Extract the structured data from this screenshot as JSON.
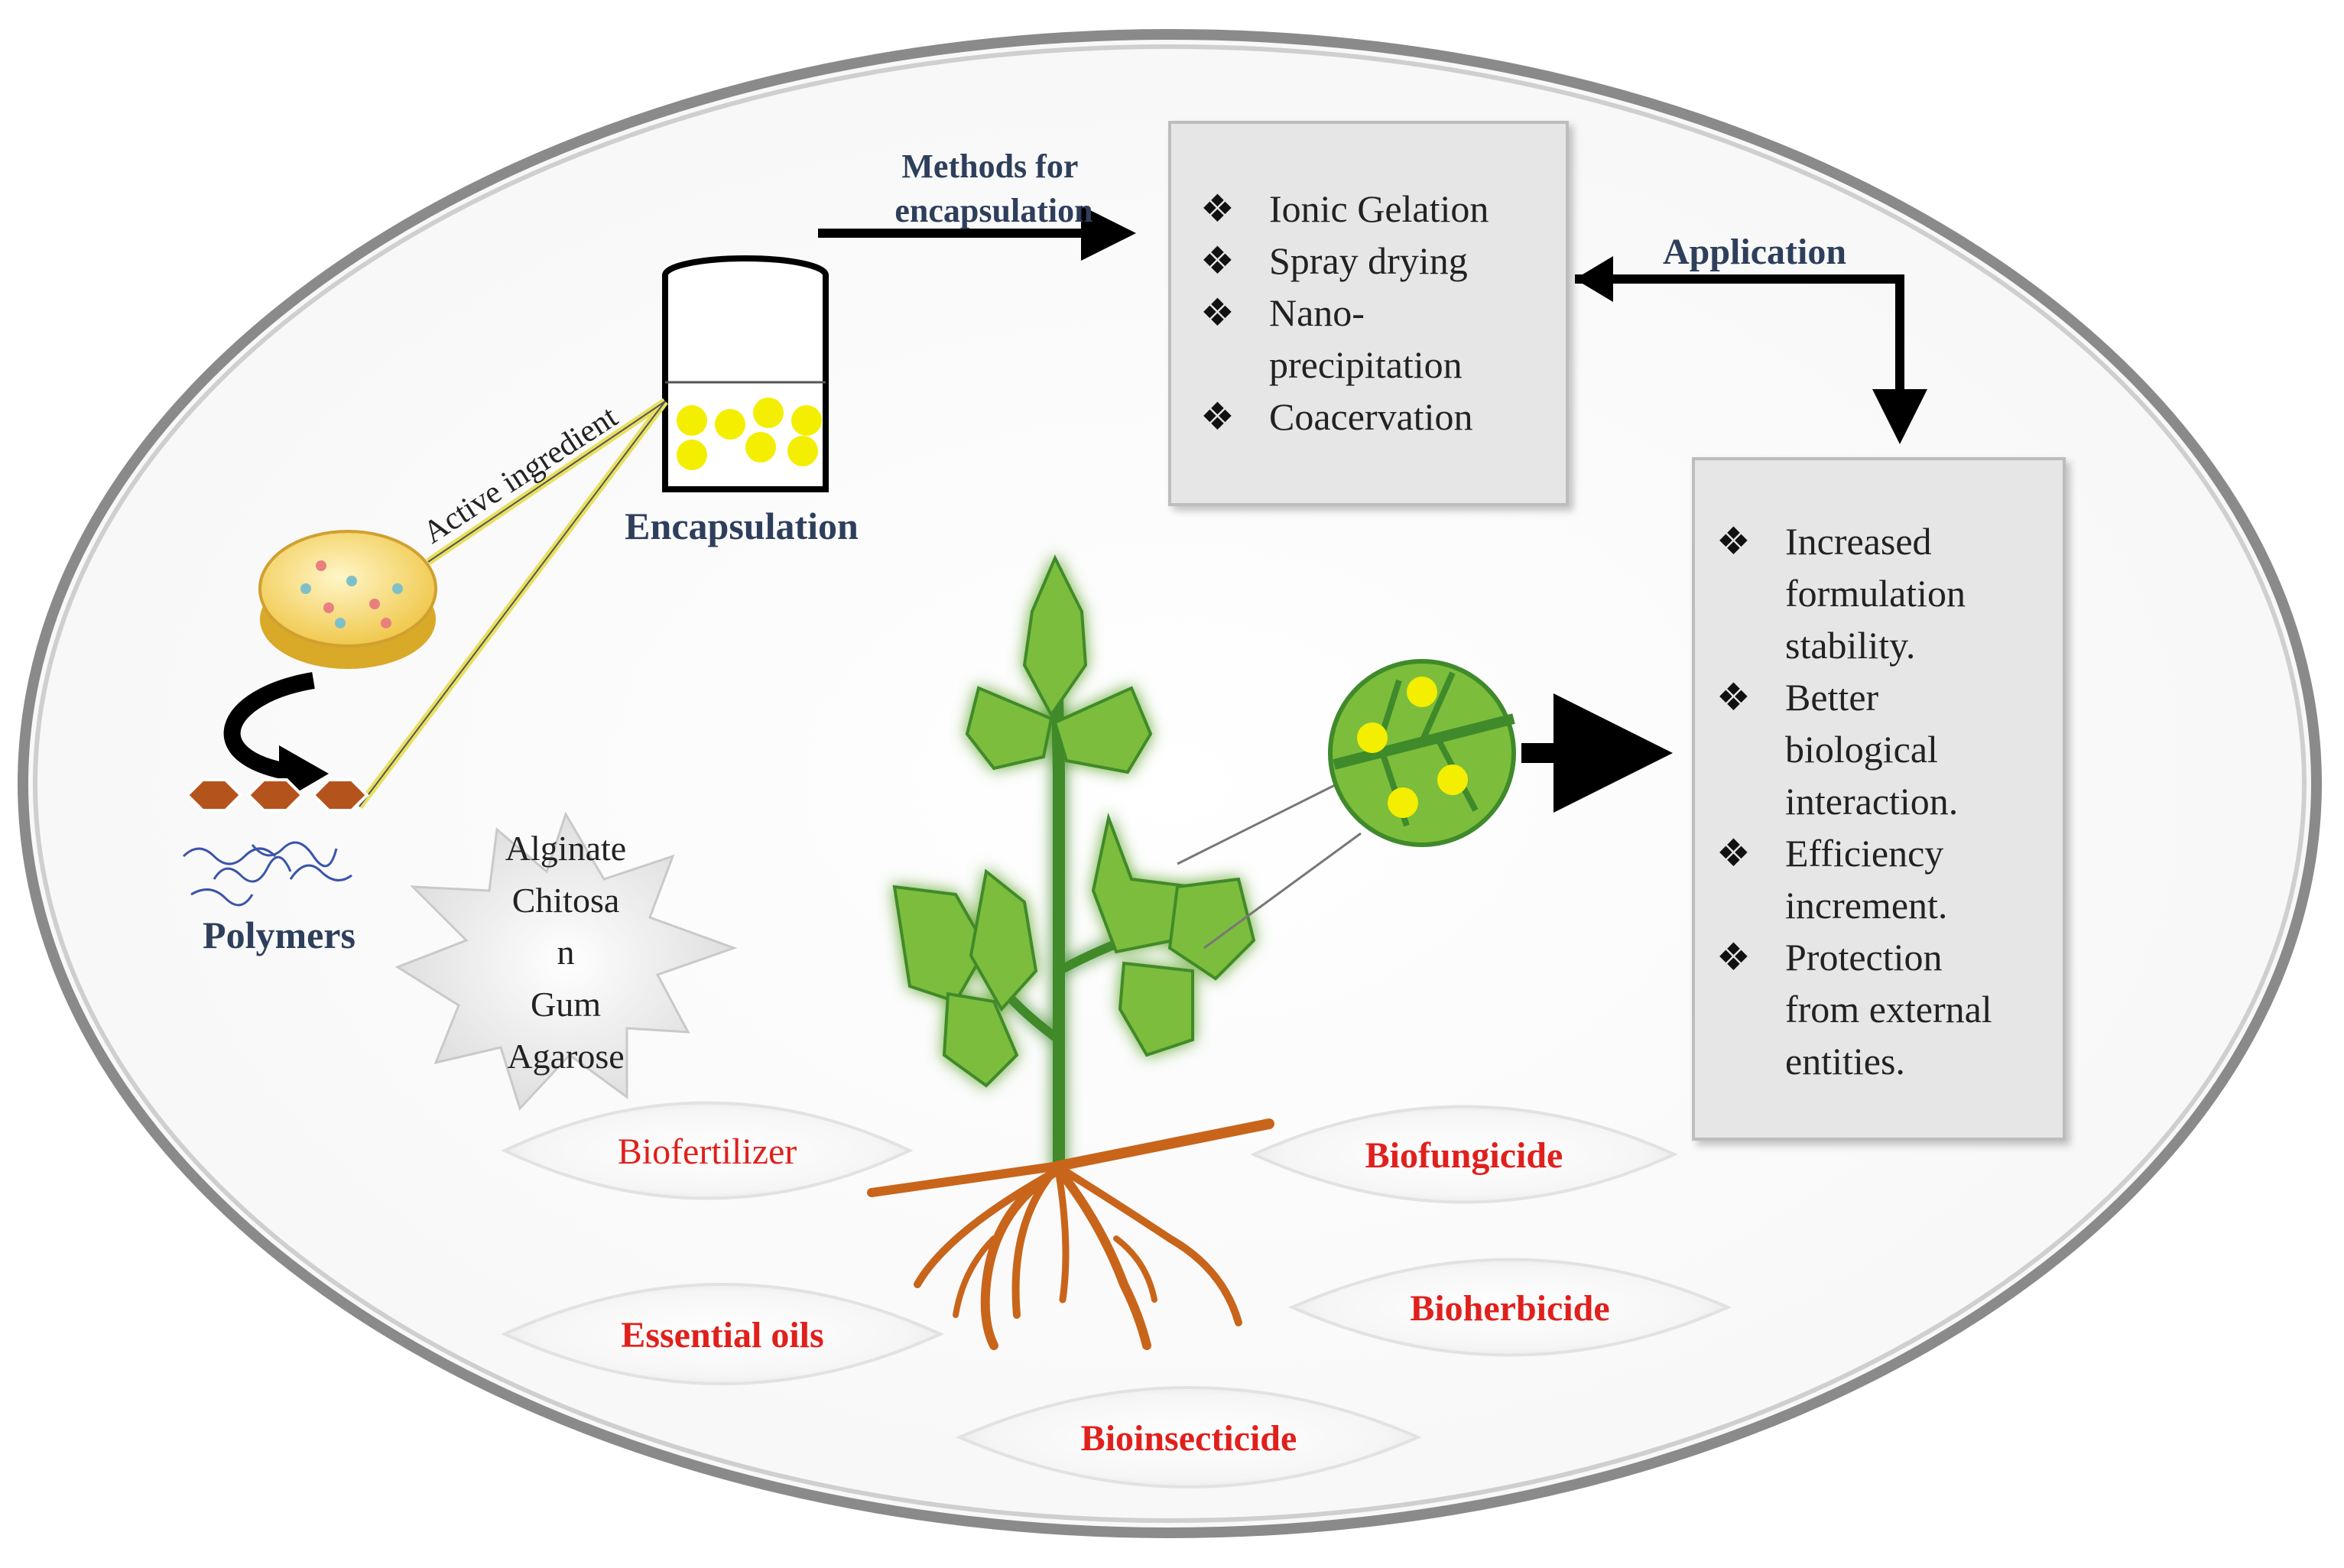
{
  "encapsulation_label": "Encapsulation",
  "active_ingredient_label": "Active ingredient",
  "polymers_label": "Polymers",
  "methods_label": [
    "Methods for",
    "encapsulation"
  ],
  "application_label": "Application",
  "methods": {
    "bullet": "❖",
    "items": [
      [
        "Ionic Gelation"
      ],
      [
        "Spray drying"
      ],
      [
        "Nano-",
        "precipitation"
      ],
      [
        "Coacervation"
      ]
    ]
  },
  "benefits": {
    "bullet": "❖",
    "items": [
      [
        "Increased",
        "formulation",
        "stability."
      ],
      [
        "Better",
        "biological",
        "interaction."
      ],
      [
        "Efficiency",
        "increment."
      ],
      [
        "Protection",
        "from external",
        "entities."
      ]
    ]
  },
  "polymer_types": [
    "Alginate",
    "Chitosa",
    "n",
    "Gum",
    "Agarose"
  ],
  "uses": {
    "biofertilizer": "Biofertilizer",
    "biofungicide": "Biofungicide",
    "essential_oils": "Essential oils",
    "bioherbicide": "Bioherbicide",
    "bioinsecticide": "Bioinsecticide"
  },
  "colors": {
    "leaf": "#7dbd3c",
    "stem": "#3f8a2a",
    "root": "#c8651b",
    "bead": "#f4ee00",
    "hexagon": "#b5531c",
    "text_blue": "#2e3f5c",
    "label_red": "#e0201c"
  }
}
